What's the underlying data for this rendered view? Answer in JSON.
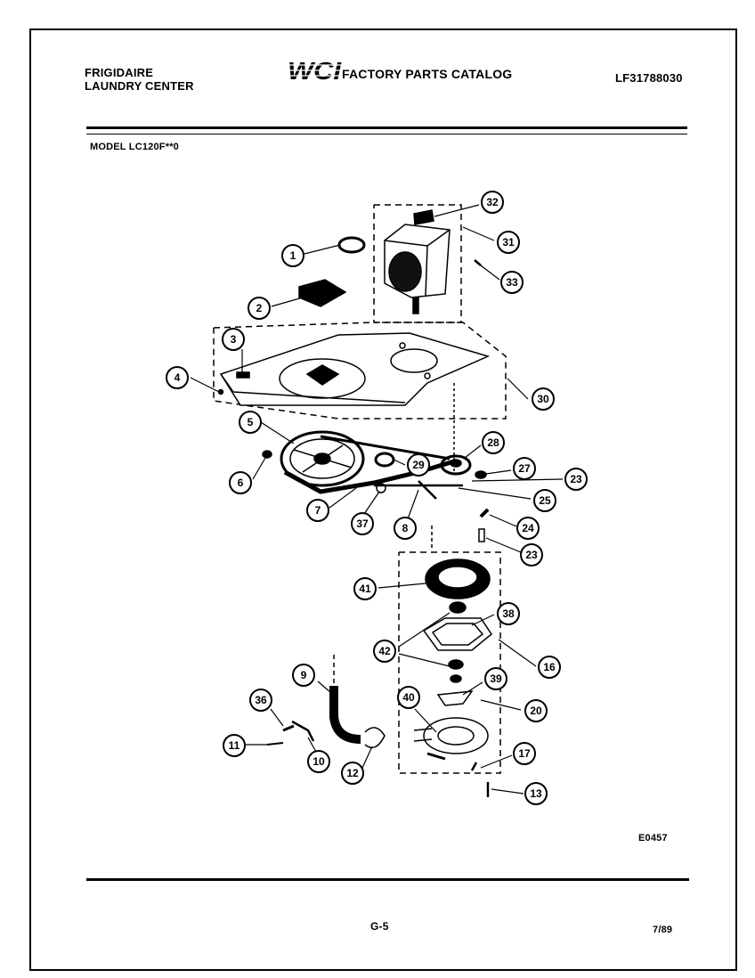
{
  "header": {
    "brand_line1": "FRIGIDAIRE",
    "brand_line2": "LAUNDRY CENTER",
    "logo_text": "WCI",
    "catalog_title": "FACTORY PARTS CATALOG",
    "catalog_number": "LF31788030",
    "model": "MODEL LC120F**0"
  },
  "footer": {
    "figure_code": "E0457",
    "page_number": "G-5",
    "date": "7/89"
  },
  "callouts": [
    "1",
    "2",
    "3",
    "4",
    "5",
    "6",
    "7",
    "8",
    "9",
    "10",
    "11",
    "12",
    "13",
    "16",
    "17",
    "20",
    "23",
    "23",
    "24",
    "25",
    "27",
    "28",
    "29",
    "30",
    "31",
    "32",
    "33",
    "36",
    "37",
    "38",
    "39",
    "40",
    "41",
    "42"
  ],
  "colors": {
    "ink": "#000000",
    "paper": "#ffffff"
  }
}
